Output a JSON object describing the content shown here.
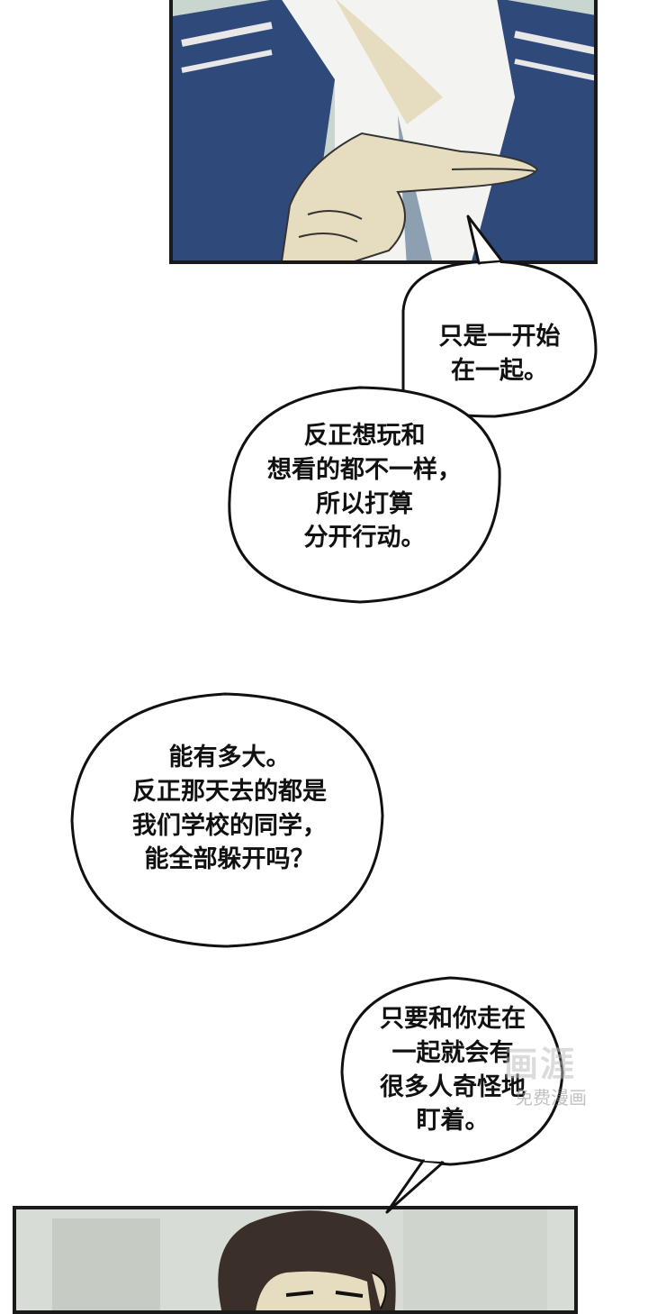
{
  "bubbles": {
    "bubble1": {
      "lines": [
        "只是一开始",
        "在一起。"
      ]
    },
    "bubble2": {
      "lines": [
        "反正想玩和",
        "想看的都不一样，",
        "所以打算",
        "分开行动。"
      ]
    },
    "bubble3": {
      "lines": [
        "能有多大。",
        "反正那天去的都是",
        "我们学校的同学，",
        "能全部躲开吗？"
      ]
    },
    "bubble4": {
      "lines": [
        "只要和你走在",
        "一起就会有",
        "很多人奇怪地",
        "盯着。"
      ]
    }
  },
  "watermark": {
    "title": "画涯",
    "subtitle": "免费漫画"
  },
  "colors": {
    "jacket": "#2f4a7a",
    "skin": "#e6dcc0",
    "shirt": "#f3f4f1",
    "hair": "#3b2f2a",
    "ink": "#111111"
  }
}
